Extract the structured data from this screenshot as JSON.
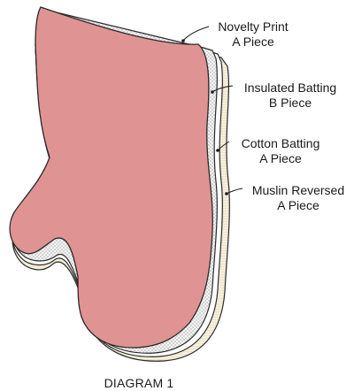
{
  "diagram": {
    "labels": [
      {
        "id": "novelty",
        "line1": "Novelty Print",
        "line2": "A Piece"
      },
      {
        "id": "insulated",
        "line1": "Insulated Batting",
        "line2": "B Piece"
      },
      {
        "id": "cotton",
        "line1": "Cotton Batting",
        "line2": "A Piece"
      },
      {
        "id": "muslin",
        "line1": "Muslin Reversed",
        "line2": "A Piece"
      }
    ],
    "caption": "DIAGRAM 1"
  },
  "colors": {
    "novelty_print": "#e09393",
    "insulated_batting": "#f3f3f3",
    "cotton_batting": "#ffffff",
    "muslin": "#f5efdc",
    "outline": "#2a2a2a"
  }
}
